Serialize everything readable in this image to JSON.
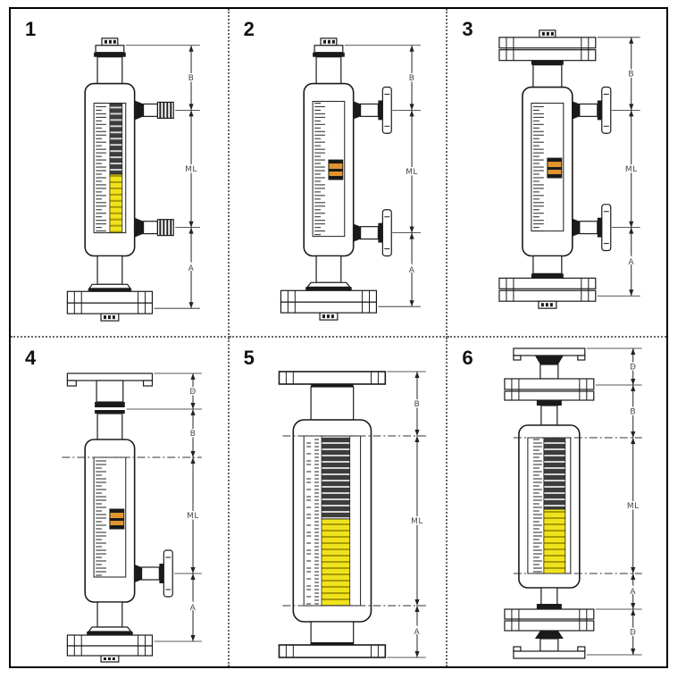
{
  "colors": {
    "line": "#1a1a1a",
    "indicator_yellow": "#f0e31c",
    "indicator_dark": "#3d3d3d",
    "stripe_divider": "#a89a00",
    "float_orange": "#e0952f"
  },
  "panels": [
    {
      "number": "1",
      "dims": [
        "B",
        "ML",
        "A"
      ]
    },
    {
      "number": "2",
      "dims": [
        "B",
        "ML",
        "A"
      ]
    },
    {
      "number": "3",
      "dims": [
        "B",
        "ML",
        "A"
      ]
    },
    {
      "number": "4",
      "dims": [
        "D",
        "B",
        "ML",
        "A"
      ]
    },
    {
      "number": "5",
      "dims": [
        "B",
        "ML",
        "A"
      ]
    },
    {
      "number": "6",
      "dims": [
        "D",
        "B",
        "ML",
        "A",
        "D"
      ]
    }
  ]
}
